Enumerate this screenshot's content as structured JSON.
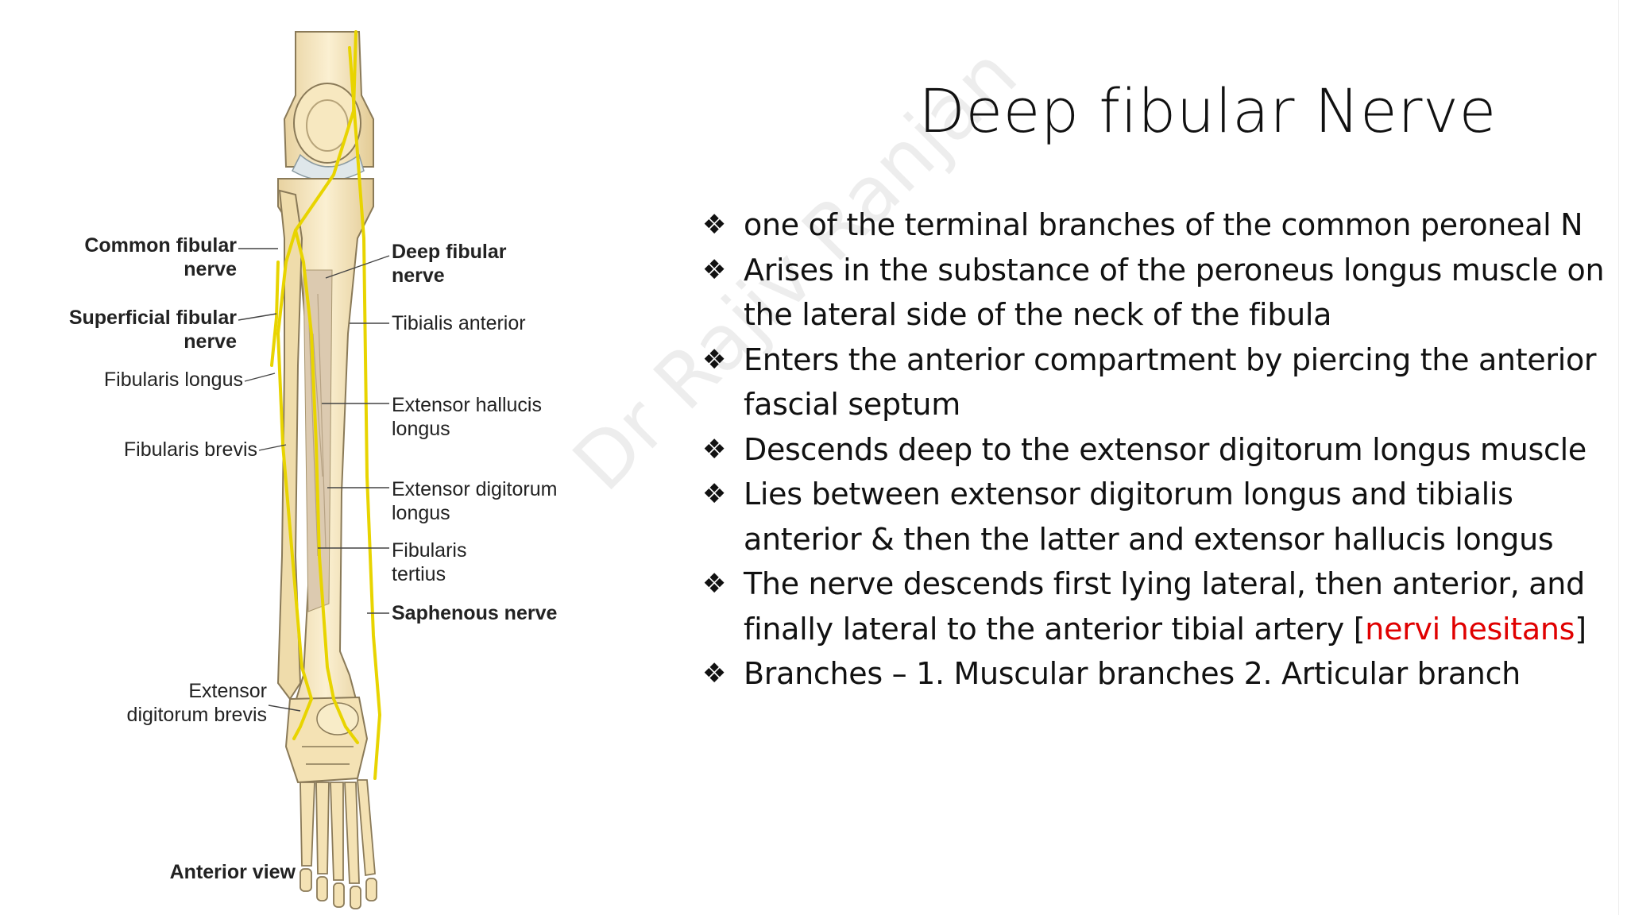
{
  "slide": {
    "title": "Deep fibular Nerve",
    "watermark": "Dr Rajiv Ranjan",
    "bullet_symbol": "❖",
    "bullets": [
      {
        "text": "one of the terminal branches of the common peroneal N"
      },
      {
        "text": "Arises in the substance of the peroneus longus muscle on the lateral side of the neck of the fibula"
      },
      {
        "text": "Enters the anterior compartment by piercing the anterior fascial septum"
      },
      {
        "text": "Descends deep to the extensor digitorum longus muscle"
      },
      {
        "text": "Lies between extensor digitorum longus and tibialis anterior & then the latter and extensor hallucis longus"
      },
      {
        "text_before": "The nerve descends first lying lateral, then anterior, and finally lateral to the anterior tibial artery [",
        "highlight": "nervi hesitans",
        "text_after": "]"
      },
      {
        "text": "Branches – 1. Muscular branches  2. Articular branch"
      }
    ]
  },
  "figure": {
    "labels": {
      "common_fibular_1": "Common fibular",
      "common_fibular_2": "nerve",
      "superficial_fibular_1": "Superficial fibular",
      "superficial_fibular_2": "nerve",
      "fibularis_longus": "Fibularis longus",
      "fibularis_brevis": "Fibularis brevis",
      "extensor_digitorum_brevis_1": "Extensor",
      "extensor_digitorum_brevis_2": "digitorum brevis",
      "anterior_view": "Anterior view",
      "deep_fibular_1": "Deep fibular",
      "deep_fibular_2": "nerve",
      "tibialis_anterior": "Tibialis anterior",
      "extensor_hallucis_1": "Extensor hallucis",
      "extensor_hallucis_2": "longus",
      "extensor_digitorum_1": "Extensor digitorum",
      "extensor_digitorum_2": "longus",
      "fibularis_tertius_1": "Fibularis",
      "fibularis_tertius_2": "tertius",
      "saphenous_nerve": "Saphenous nerve"
    },
    "colors": {
      "bone": "#f6e6bd",
      "bone_outline": "#8a7a58",
      "muscle": "#d8c6a6",
      "nerve": "#e8d400",
      "leader": "#444444"
    }
  }
}
